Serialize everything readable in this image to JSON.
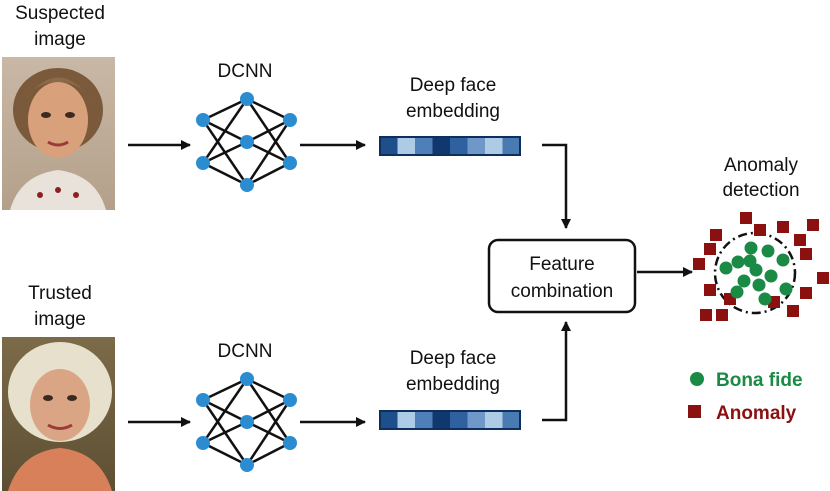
{
  "suspected": {
    "line1": "Suspected",
    "line2": "image"
  },
  "trusted": {
    "line1": "Trusted",
    "line2": "image"
  },
  "dcnn_label": "DCNN",
  "embedding": {
    "line1": "Deep face",
    "line2": "embedding"
  },
  "feature_box": {
    "line1": "Feature",
    "line2": "combination"
  },
  "anomaly_title": {
    "line1": "Anomaly",
    "line2": "detection"
  },
  "legend": {
    "bona_fide": "Bona fide",
    "anomaly": "Anomaly"
  },
  "colors": {
    "node": "#2b8cd0",
    "bona_fide": "#1a8a44",
    "anomaly": "#8b1010",
    "embedding": [
      "#1f4f8a",
      "#aecbe6",
      "#4f7fb8",
      "#10386e",
      "#2f60a0",
      "#6f98c8",
      "#aecbe6",
      "#4a7ab2"
    ]
  },
  "icons": {
    "suspected_photo": "face-photo-suspected",
    "trusted_photo": "face-photo-trusted",
    "network": "neural-network-icon"
  }
}
